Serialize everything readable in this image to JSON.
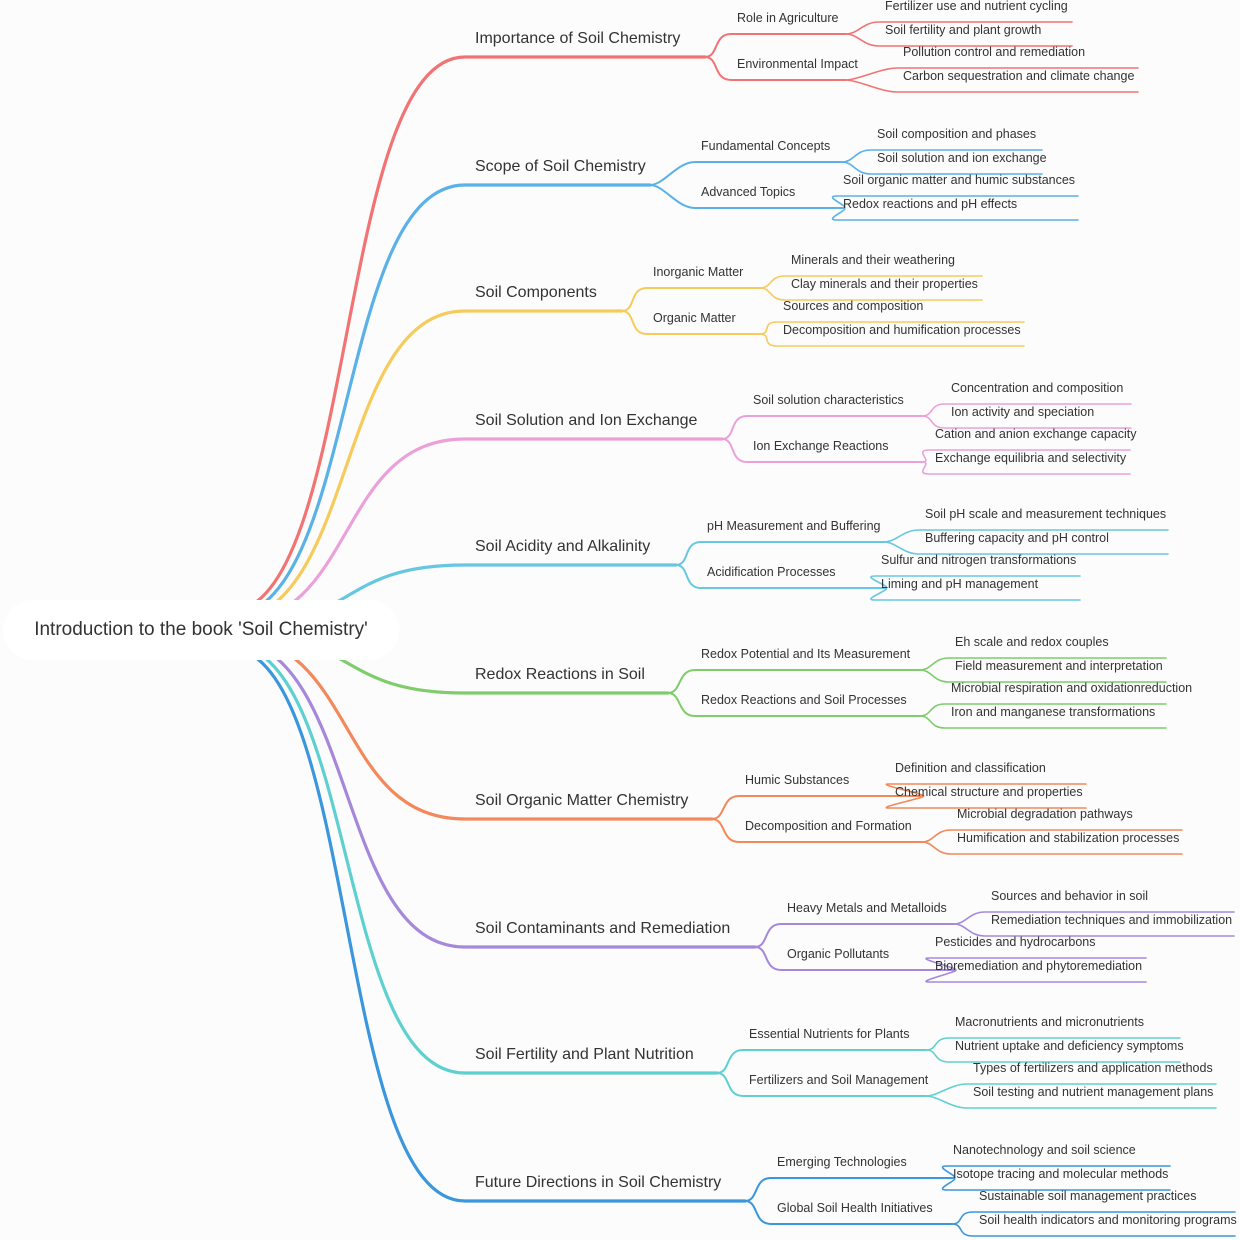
{
  "root": "Introduction to the book 'Soil Chemistry'",
  "branches": [
    {
      "title": "Importance of Soil Chemistry",
      "color": "#f27373",
      "children": [
        {
          "title": "Role in Agriculture",
          "leaves": [
            "Fertilizer use and nutrient cycling",
            "Soil fertility and plant growth"
          ]
        },
        {
          "title": "Environmental Impact",
          "leaves": [
            "Pollution control and remediation",
            "Carbon sequestration and climate change"
          ]
        }
      ]
    },
    {
      "title": "Scope of Soil Chemistry",
      "color": "#5ab1e7",
      "children": [
        {
          "title": "Fundamental Concepts",
          "leaves": [
            "Soil composition and phases",
            "Soil solution and ion exchange"
          ]
        },
        {
          "title": "Advanced Topics",
          "leaves": [
            "Soil organic matter and humic substances",
            "Redox reactions and pH effects"
          ]
        }
      ]
    },
    {
      "title": "Soil Components",
      "color": "#f6cb5b",
      "children": [
        {
          "title": "Inorganic Matter",
          "leaves": [
            "Minerals and their weathering",
            "Clay minerals and their properties"
          ]
        },
        {
          "title": "Organic Matter",
          "leaves": [
            "Sources and composition",
            "Decomposition and humification processes"
          ]
        }
      ]
    },
    {
      "title": "Soil Solution and Ion Exchange",
      "color": "#eca0da",
      "children": [
        {
          "title": "Soil solution characteristics",
          "leaves": [
            "Concentration and composition",
            "Ion activity and speciation"
          ]
        },
        {
          "title": "Ion Exchange Reactions",
          "leaves": [
            "Cation and anion exchange capacity",
            "Exchange equilibria and selectivity"
          ]
        }
      ]
    },
    {
      "title": "Soil Acidity and Alkalinity",
      "color": "#67c7e0",
      "children": [
        {
          "title": "pH Measurement and Buffering",
          "leaves": [
            "Soil pH scale and measurement techniques",
            "Buffering capacity and pH control"
          ]
        },
        {
          "title": "Acidification Processes",
          "leaves": [
            "Sulfur and nitrogen transformations",
            "Liming and pH management"
          ]
        }
      ]
    },
    {
      "title": "Redox Reactions in Soil",
      "color": "#7fcc6b",
      "children": [
        {
          "title": "Redox Potential and Its Measurement",
          "leaves": [
            "Eh scale and redox couples",
            "Field measurement and interpretation"
          ]
        },
        {
          "title": "Redox Reactions and Soil Processes",
          "leaves": [
            "Microbial respiration and oxidationreduction",
            "Iron and manganese transformations"
          ]
        }
      ]
    },
    {
      "title": "Soil Organic Matter Chemistry",
      "color": "#f3885b",
      "children": [
        {
          "title": "Humic Substances",
          "leaves": [
            "Definition and classification",
            "Chemical structure and properties"
          ]
        },
        {
          "title": "Decomposition and Formation",
          "leaves": [
            "Microbial degradation pathways",
            "Humification and stabilization processes"
          ]
        }
      ]
    },
    {
      "title": "Soil Contaminants and Remediation",
      "color": "#a688db",
      "children": [
        {
          "title": "Heavy Metals and Metalloids",
          "leaves": [
            "Sources and behavior in soil",
            "Remediation techniques and immobilization"
          ]
        },
        {
          "title": "Organic Pollutants",
          "leaves": [
            "Pesticides and hydrocarbons",
            "Bioremediation and phytoremediation"
          ]
        }
      ]
    },
    {
      "title": "Soil Fertility and Plant Nutrition",
      "color": "#5fd0d0",
      "children": [
        {
          "title": "Essential Nutrients for Plants",
          "leaves": [
            "Macronutrients and micronutrients",
            "Nutrient uptake and deficiency symptoms"
          ]
        },
        {
          "title": "Fertilizers and Soil Management",
          "leaves": [
            "Types of fertilizers and application methods",
            "Soil testing and nutrient management plans"
          ]
        }
      ]
    },
    {
      "title": "Future Directions in Soil Chemistry",
      "color": "#3a96dd",
      "children": [
        {
          "title": "Emerging Technologies",
          "leaves": [
            "Nanotechnology and soil science",
            "Isotope tracing and molecular methods"
          ]
        },
        {
          "title": "Global Soil Health Initiatives",
          "leaves": [
            "Sustainable soil management practices",
            "Soil health indicators and monitoring programs"
          ]
        }
      ]
    }
  ]
}
